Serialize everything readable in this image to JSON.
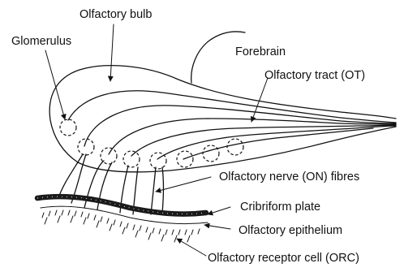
{
  "labels": {
    "olfactory_bulb": "Olfactory bulb",
    "glomerulus": "Glomerulus",
    "forebrain": "Forebrain",
    "olfactory_tract": "Olfactory tract (OT)",
    "olfactory_nerve": "Olfactory nerve (ON) fibres",
    "cribriform_plate": "Cribriform plate",
    "olfactory_epithelium": "Olfactory epithelium",
    "receptor_cell": "Olfactory receptor cell (ORC)"
  }
}
